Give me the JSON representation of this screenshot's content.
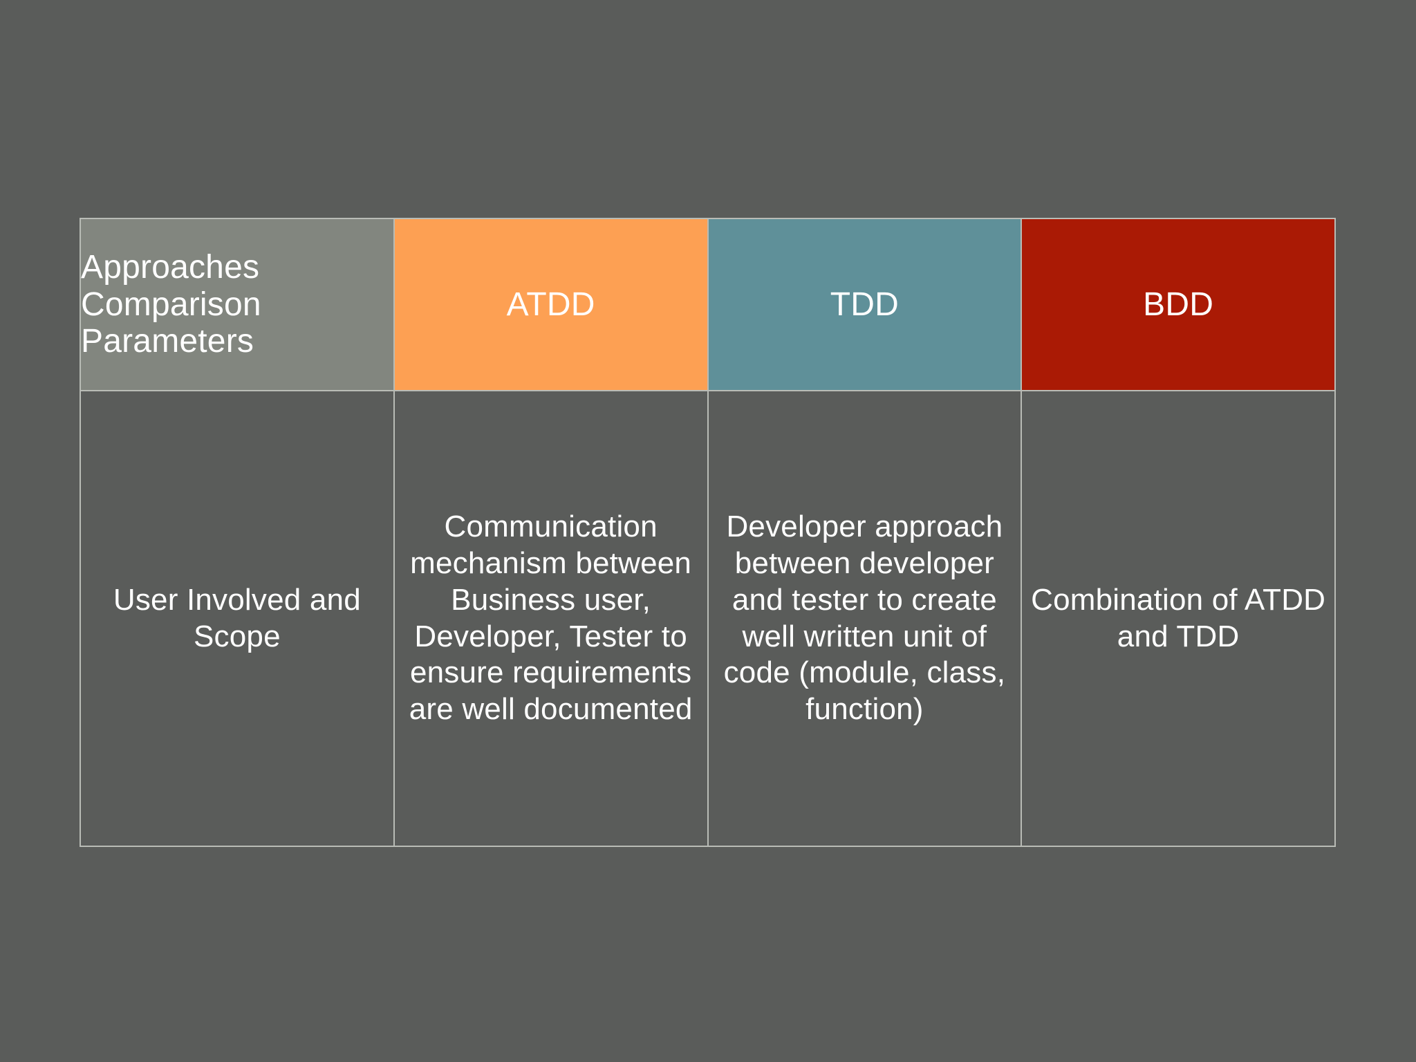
{
  "slide": {
    "background_color": "#5a5c5a",
    "text_color": "#ffffff",
    "border_color": "#b9bcb6"
  },
  "table": {
    "title_column_header": "Approaches Comparison Parameters",
    "columns": [
      {
        "key": "params",
        "label": "Approaches Comparison Parameters",
        "header_bg": "#82867f"
      },
      {
        "key": "atdd",
        "label": "ATDD",
        "header_bg": "#fda053"
      },
      {
        "key": "tdd",
        "label": "TDD",
        "header_bg": "#5f9099"
      },
      {
        "key": "bdd",
        "label": "BDD",
        "header_bg": "#aa1a05"
      }
    ],
    "rows": [
      {
        "parameter": "User Involved and Scope",
        "atdd": "Communication mechanism between Business user, Developer, Tester to ensure requirements are well documented",
        "tdd": "Developer approach between developer and tester to create well written unit of code (module, class, function)",
        "bdd": "Combination of ATDD and TDD"
      }
    ]
  }
}
